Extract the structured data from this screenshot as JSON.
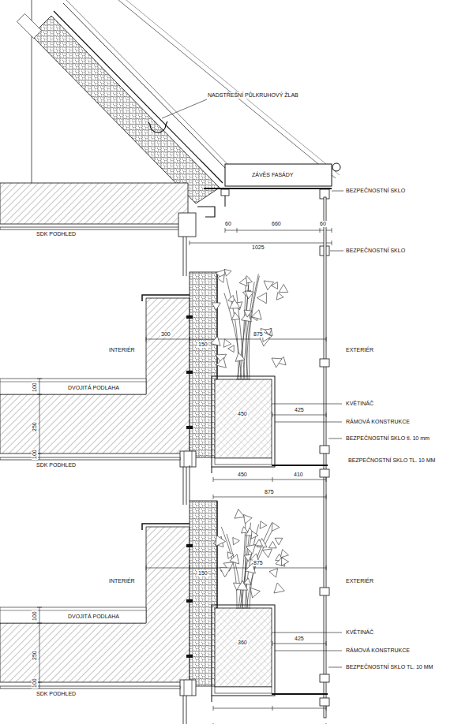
{
  "diagram": {
    "labels": [
      "NADSTŘEŠNÍ PŮLKRUHOVÝ ŽLAB",
      "ZÁVĚS FASÁDY",
      "BEZPEČNOSTNÍ SKLO",
      "60",
      "660",
      "60",
      "SDK PODHLED",
      "1025",
      "BEZPEČNOSTNÍ SKLO",
      "300",
      "150",
      "875",
      "INTERIÉR",
      "EXTERIÉR",
      "DVOJITÁ PODLAHA",
      "100",
      "250",
      "100",
      "KVĚTINÁČ",
      "450",
      "425",
      "RÁMOVÁ KONSTRUKCE",
      "BEZPEČNOSTNÍ SKLO tl. 10 mm",
      "BEZPEČNOSTNÍ SKLO TL. 10 MM",
      "SDK PODHLED",
      "450",
      "410",
      "875",
      "150",
      "875",
      "INTERIÉR",
      "EXTERIÉR",
      "DVOJITÁ PODLAHA",
      "100",
      "250",
      "100",
      "KVĚTINÁČ",
      "360",
      "425",
      "RÁMOVÁ KONSTRUKCE",
      "BEZPEČNOSTNÍ SKLO TL. 10 MM",
      "SDK PODHLED"
    ]
  }
}
